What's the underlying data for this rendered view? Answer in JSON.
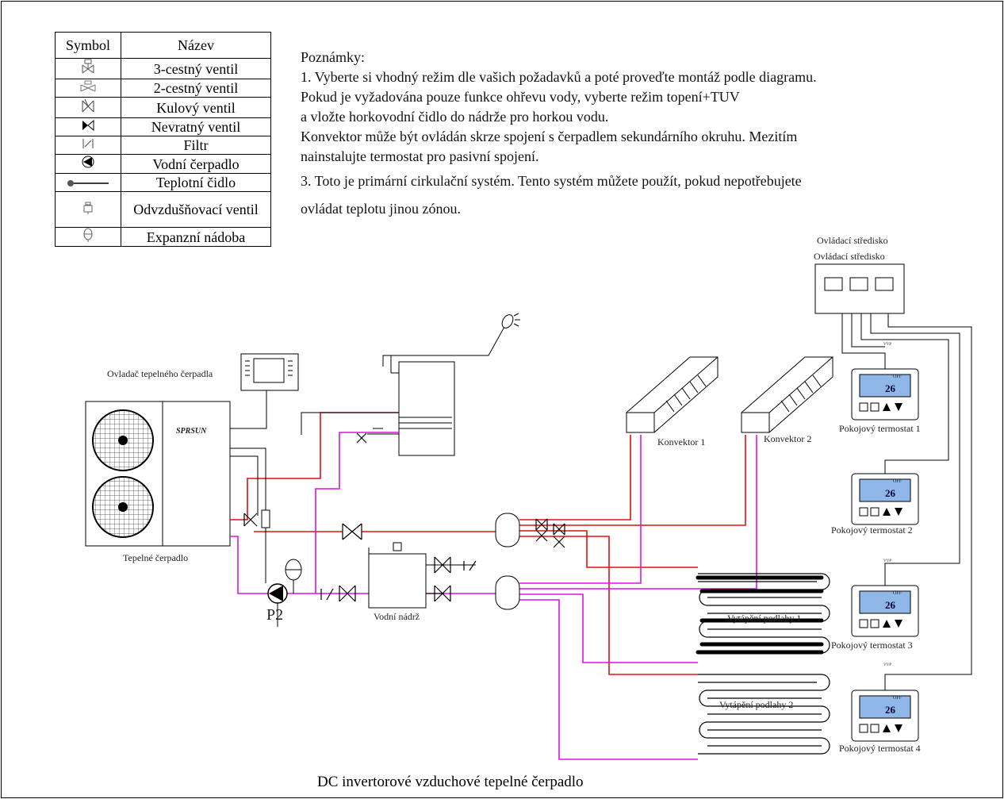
{
  "legend": {
    "header_symbol": "Symbol",
    "header_name": "Název",
    "rows": [
      {
        "icon": "three-way-valve-icon",
        "name": "3-cestný ventil"
      },
      {
        "icon": "two-way-valve-icon",
        "name": "2-cestný ventil"
      },
      {
        "icon": "ball-valve-icon",
        "name": "Kulový ventil"
      },
      {
        "icon": "check-valve-icon",
        "name": "Nevratný ventil"
      },
      {
        "icon": "filter-icon",
        "name": "Filtr"
      },
      {
        "icon": "water-pump-icon",
        "name": "Vodní čerpadlo"
      },
      {
        "icon": "temperature-sensor-icon",
        "name": "Teplotní čidlo"
      },
      {
        "icon": "air-vent-valve-icon",
        "name": "Odvzdušňovací ventil"
      },
      {
        "icon": "expansion-tank-icon",
        "name": "Expanzní nádoba"
      }
    ]
  },
  "notes": {
    "title": "Poznámky:",
    "lines": [
      "1. Vyberte si vhodný režim dle vašich požadavků a poté proveďte montáž podle diagramu.",
      "Pokud je vyžadována pouze funkce ohřevu vody, vyberte režim topení+TUV",
      "a vložte horkovodní čidlo do nádrže pro horkou vodu.",
      "Konvektor může být ovládán skrze spojení s čerpadlem sekundárního okruhu. Mezitím",
      " nainstalujte termostat pro pasivní spojení.",
      "3. Toto je primární cirkulační systém. Tento systém můžete použít, pokud nepotřebujete",
      "ovládat teplotu jinou zónou."
    ]
  },
  "labels": {
    "control_center_1": "Ovládací středisko",
    "control_center_2": "Ovládací středisko",
    "heat_pump_controller": "Ovladač tepelného čerpadla",
    "heat_pump": "Tepelné čerpadlo",
    "heat_pump_brand": "SPRSUN",
    "pump": "P2",
    "water_tank": "Vodní nádrž",
    "convector_1": "Konvektor 1",
    "convector_2": "Konvektor 2",
    "floor_heating_1": "Vytápění podlahy 1",
    "floor_heating_2": "Vytápění podlahy 2",
    "thermostat_1": "Pokojový termostat 1",
    "thermostat_2": "Pokojový termostat 2",
    "thermostat_3": "Pokojový termostat 3",
    "thermostat_4": "Pokojový termostat 4",
    "thermostat_display": "26",
    "thermostat_off": "OFF",
    "wire_tag": "VVP",
    "caption": "DC invertorové vzduchové tepelné čerpadlo"
  },
  "colors": {
    "supply": "#e01010",
    "return": "#e010e0",
    "line": "#000000"
  }
}
